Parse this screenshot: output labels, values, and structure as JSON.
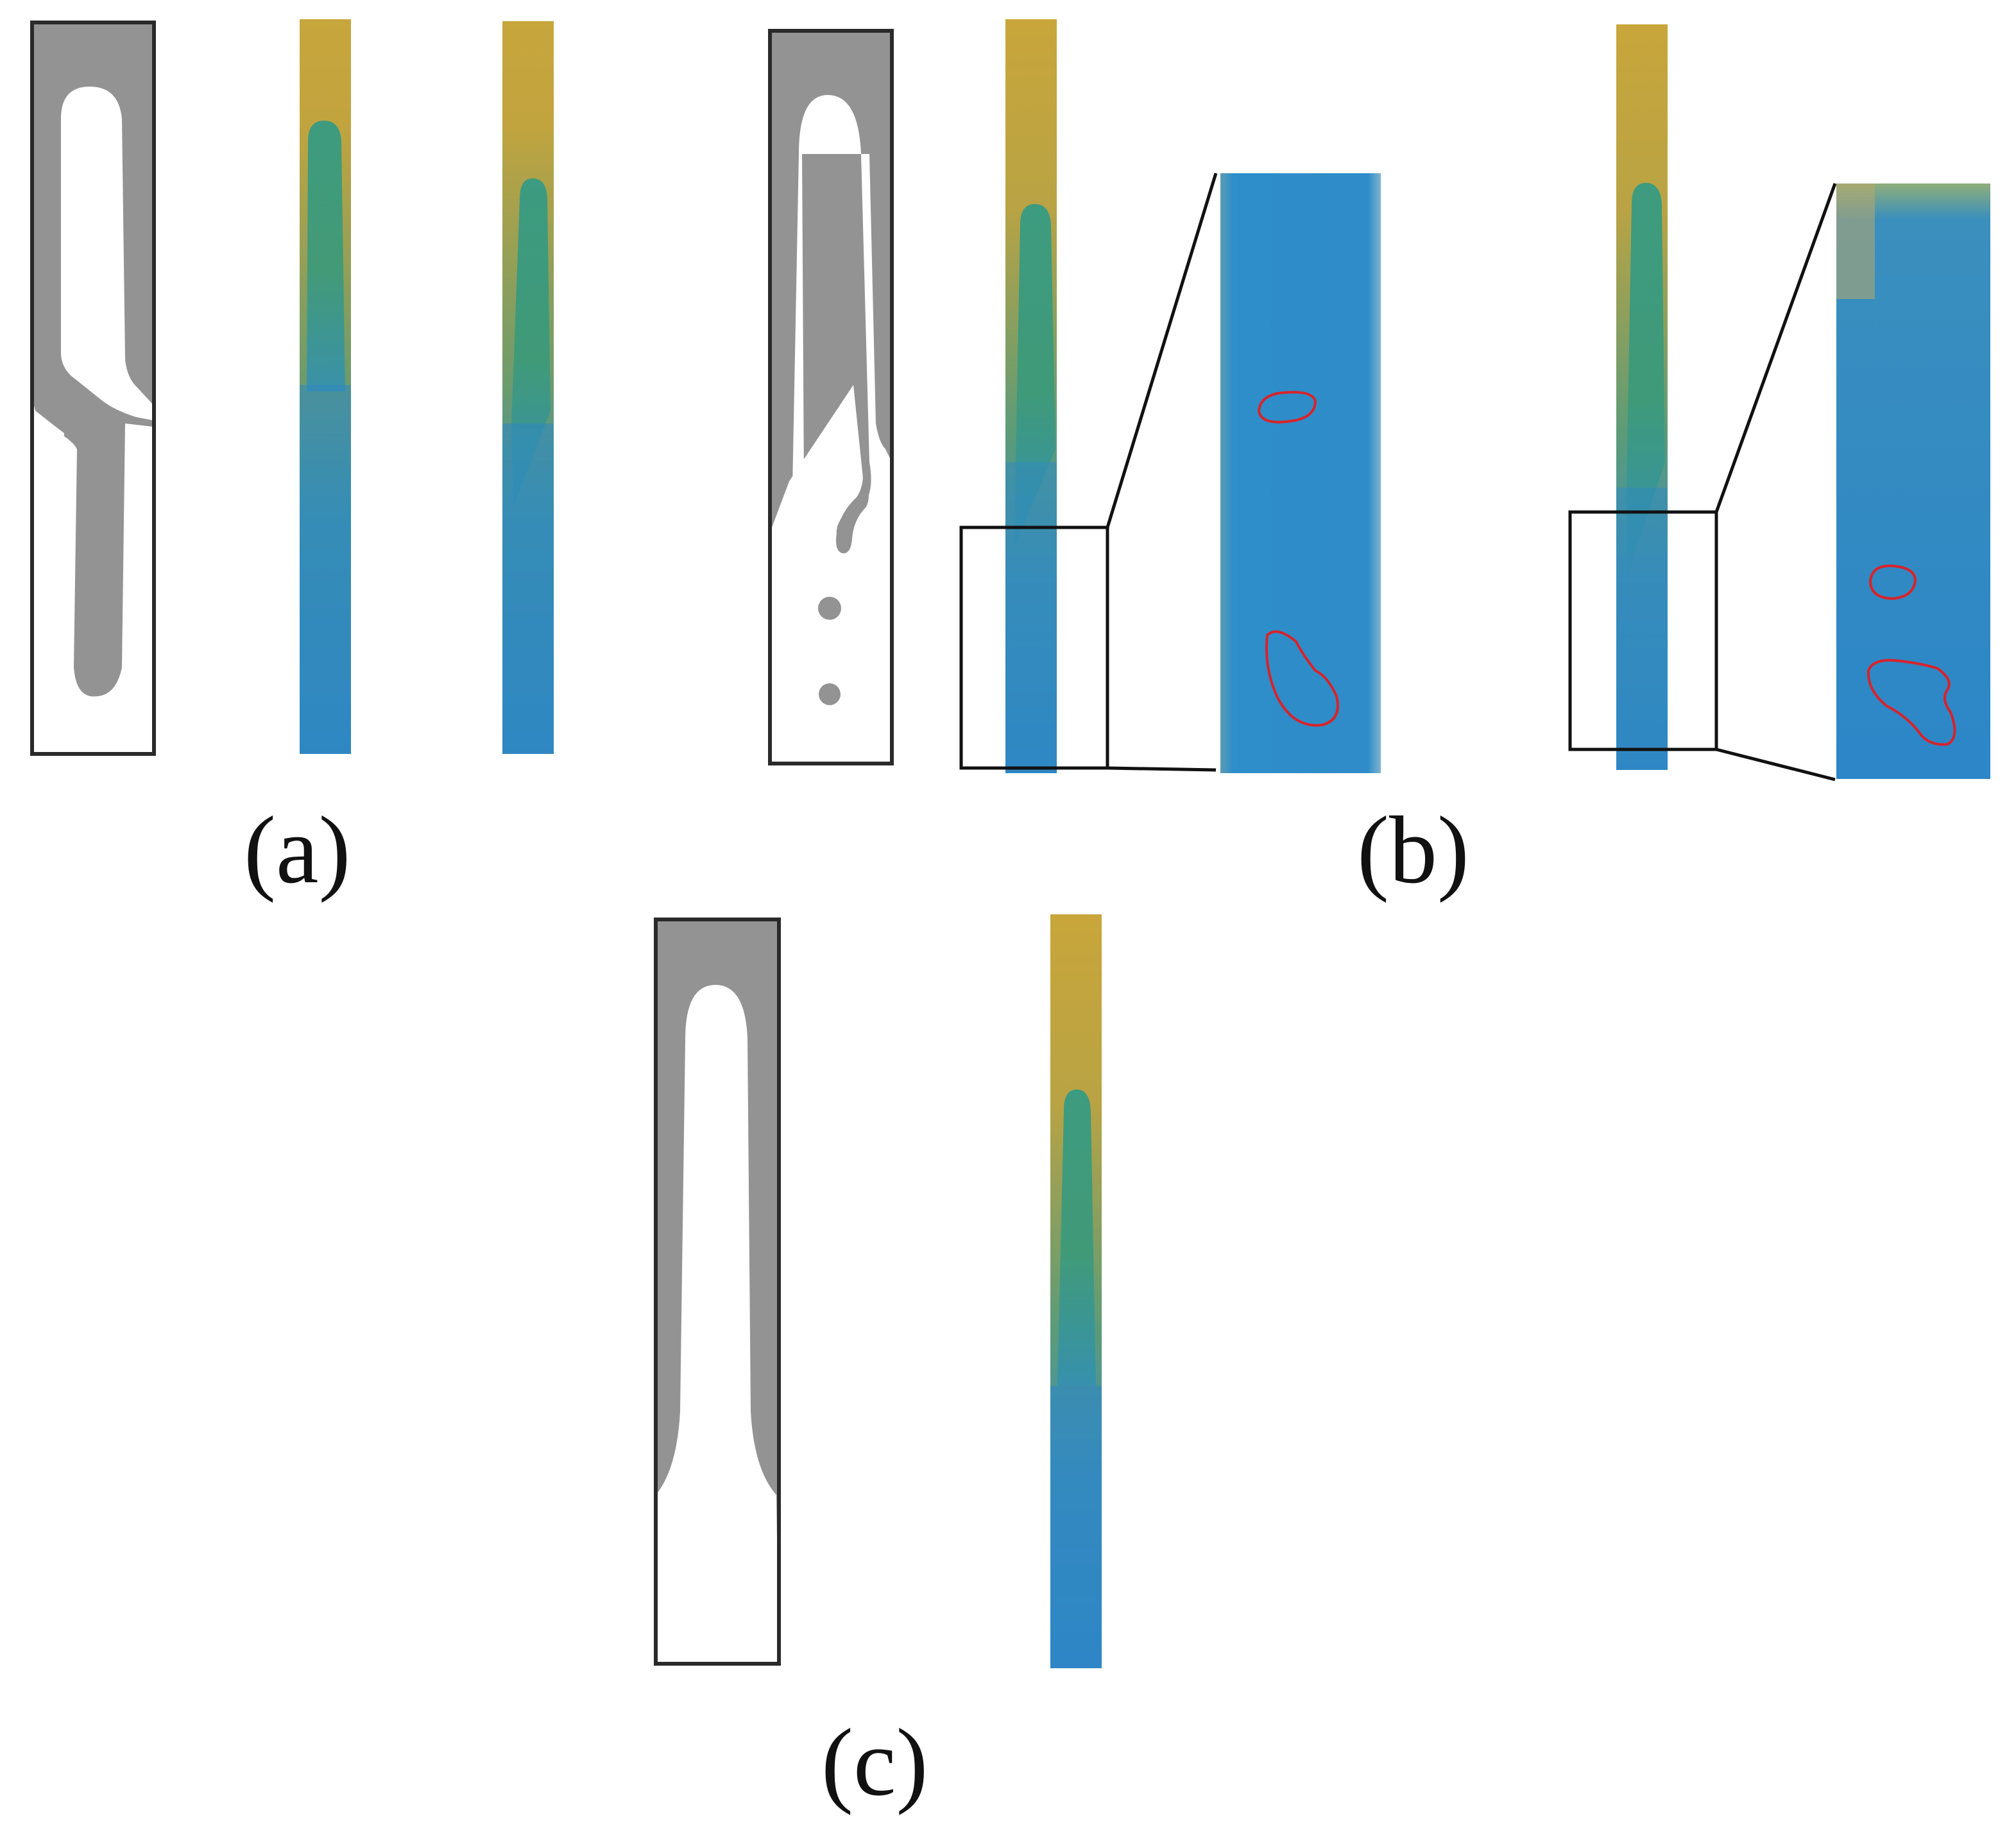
{
  "panels": {
    "a": {
      "label": "(a)"
    },
    "b": {
      "label": "(b)"
    },
    "c": {
      "label": "(c)"
    }
  },
  "colors": {
    "simulation_gray": "#939393",
    "simulation_white": "#ffffff",
    "frame": "#2a2a2a",
    "fluid_yellow": "#c7a63c",
    "fluid_green": "#3f9c86",
    "fluid_blue": "#2f8ac4",
    "highlight_red": "#d8232a",
    "zoom_lines": "#111111"
  },
  "icons": {
    "zoom_box": "zoom-rectangle",
    "zoom_connectors": "connector-lines",
    "droplet_outlines": "red-outline"
  }
}
